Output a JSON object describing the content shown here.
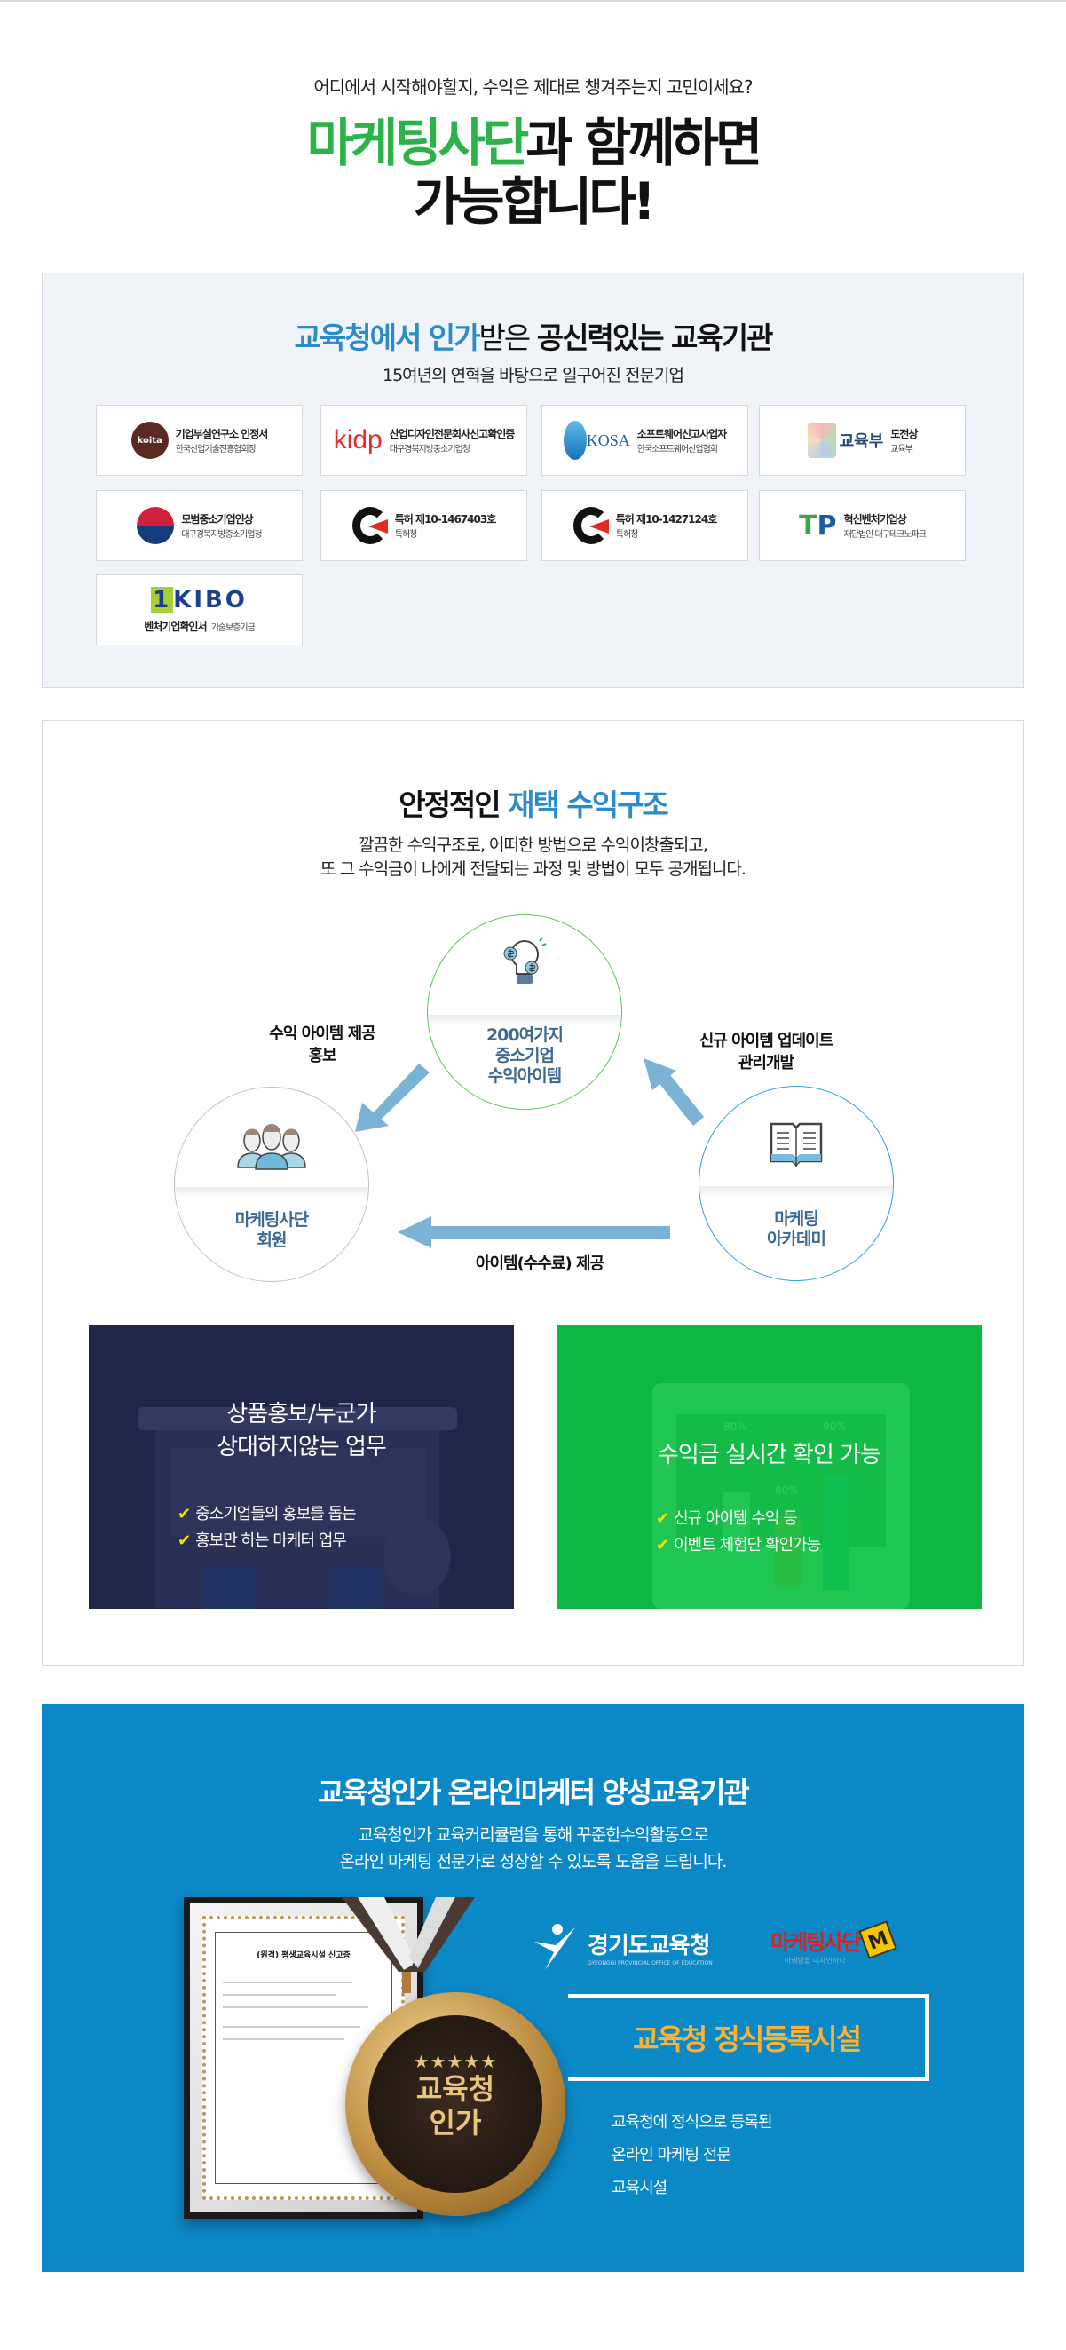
{
  "hero": {
    "question": "어디에서 시작해야할지, 수익은 제대로 챙겨주는지 고민이세요?",
    "headline_brand": "마케팅사단",
    "headline_rest": "과 함께하면",
    "headline_line2": "가능합니다!"
  },
  "accreditation": {
    "title_blue": "교육청에서 인가",
    "title_mid": "받은 ",
    "title_bold": "공신력있는 교육기관",
    "subtitle": "15여년의 연혁을 바탕으로 일구어진 전문기업",
    "cards": [
      {
        "logo": "koita",
        "title": "기업부설연구소 인정서",
        "issuer": "한국산업기술진흥협회장"
      },
      {
        "logo": "kidp",
        "title": "산업디자인전문회사신고확인증",
        "issuer": "대구경북지방중소기업청"
      },
      {
        "logo": "KOSA",
        "title": "소프트웨어신고사업자",
        "issuer": "한국소프트웨어산업협회"
      },
      {
        "logo": "교육부",
        "title": "도전상",
        "issuer": "교육부"
      },
      {
        "logo": "korea-emblem",
        "title": "모범중소기업인상",
        "issuer": "대구경북지방중소기업청"
      },
      {
        "logo": "patent",
        "title": "특허 제10-1467403호",
        "issuer": "특허청"
      },
      {
        "logo": "patent",
        "title": "특허 제10-1427124호",
        "issuer": "특허청"
      },
      {
        "logo": "TP",
        "title": "혁신벤처기업상",
        "issuer": "재단법인 대구테크노파크"
      },
      {
        "logo": "KIBO",
        "title": "벤처기업확인서",
        "issuer": "기술보증기금"
      }
    ]
  },
  "structure": {
    "title_black": "안정적인 ",
    "title_blue": "재택 수익구조",
    "desc_line1": "깔끔한 수익구조로, 어떠한 방법으로 수익이창출되고,",
    "desc_line2": "또 그 수익금이 나에게 전달되는 과정 및 방법이 모두 공개됩니다.",
    "nodes": {
      "items": {
        "line1": "200여가지",
        "line2": "중소기업",
        "line3": "수익아이템"
      },
      "members": {
        "line1": "마케팅사단",
        "line2": "회원"
      },
      "academy": {
        "line1": "마케팅",
        "line2": "아카데미"
      }
    },
    "arrows": {
      "left_line1": "수익 아이템 제공",
      "left_line2": "홍보",
      "right_line1": "신규 아이템 업데이트",
      "right_line2": "관리개발",
      "bottom": "아이템(수수료) 제공"
    },
    "panels": [
      {
        "title1": "상품홍보/누군가",
        "title2": "상대하지않는 업무",
        "points": [
          "중소기업들의 홍보를 돕는",
          "홍보만 하는 마케터 업무"
        ]
      },
      {
        "title1": "수익금 실시간 확인 가능",
        "points": [
          "신규 아이템 수익 등",
          "이벤트 체험단 확인가능"
        ],
        "bg_labels": [
          "80%",
          "80%",
          "90%"
        ]
      }
    ],
    "check_icon": "✔"
  },
  "institution": {
    "title": "교육청인가 온라인마케터 양성교육기관",
    "desc_line1": "교육청인가 교육커리큘럼을 통해 꾸준한수익활동으로",
    "desc_line2": "온라인 마케팅 전문가로 성장할 수 있도록 도움을 드립니다.",
    "certificate_title": "(원격) 평생교육시설 신고증",
    "medal_line1": "교육청",
    "medal_line2": "인가",
    "medal_stars": "★★★★★",
    "logo_office": "경기도교육청",
    "logo_office_en": "GYEONGGI PROVINCIAL OFFICE OF EDUCATION",
    "logo_brand": "마케팅사단",
    "logo_brand_mark": "M",
    "logo_brand_sub": "마케팅을 디자인하다",
    "badge": "교육청 정식등록시설",
    "lines": [
      "교육청에 정식으로 등록된",
      "온라인 마케팅 전문",
      "교육시설"
    ]
  },
  "colors": {
    "brand_green": "#2bb34a",
    "accent_blue": "#2c8ccb",
    "panel_navy": "#1f2649",
    "panel_green": "#0db743",
    "section_blue": "#0b88c6",
    "badge_orange": "#f9b233"
  }
}
